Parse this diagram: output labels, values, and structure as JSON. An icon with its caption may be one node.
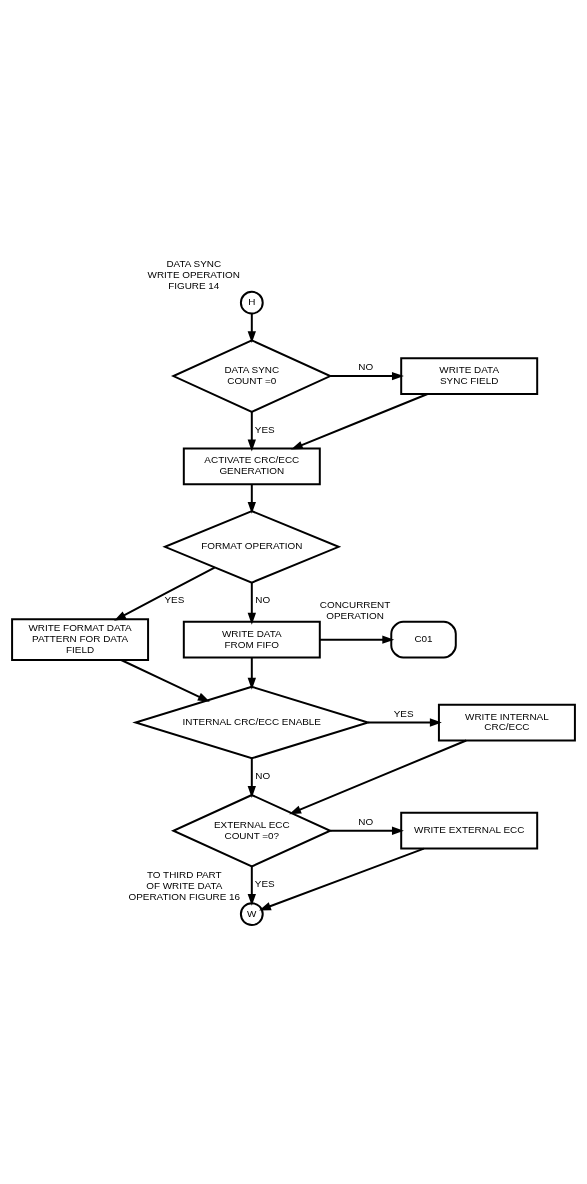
{
  "diagram": {
    "nodes": [
      {
        "text": [
          "H"
        ],
        "beside": [
          "DATA SYNC WRITE OPERATION FIGURE 14"
        ]
      },
      {
        "text": [
          "DATA SYNC COUNT =0"
        ]
      },
      {
        "text": [
          "WRITE DATA SYNC FIELD"
        ]
      },
      {
        "text": [
          "ACTIVATE CRC/ECC GENERATION"
        ]
      },
      {
        "text": [
          "FORMAT OPERATION"
        ]
      },
      {
        "text": [
          "WRITE FORMAT DATA PATTERN FOR DATA FIELD"
        ]
      },
      {
        "text": [
          "WRITE DATA FROM FIFO"
        ]
      },
      {
        "text": [
          "C01"
        ],
        "beside": [
          "CONCURRENT OPERATION"
        ]
      },
      {
        "text": [
          "INTERNAL CRC/ECC ENABLE"
        ]
      },
      {
        "text": [
          "WRITE INTERNAL CRC/ECC"
        ]
      },
      {
        "text": [
          "EXTERNAL ECC COUNT =0?"
        ]
      },
      {
        "text": [
          "WRITE EXTERNAL ECC"
        ]
      },
      {
        "text": [
          "W"
        ],
        "beside": [
          "TO THIRD PART OF WRITE DATA OPERATION FIGURE 16"
        ]
      }
    ],
    "edges": [
      {
        "from": 0,
        "to": 1,
        "arrow": "to"
      },
      {
        "from": 1,
        "to": 2,
        "arrow": "to",
        "label": "NO"
      },
      {
        "from": 1,
        "to": 3,
        "arrow": "to",
        "label": "YES"
      },
      {
        "from": 2,
        "to": 3,
        "arrow": "to"
      },
      {
        "from": 3,
        "to": 4,
        "arrow": "to"
      },
      {
        "from": 4,
        "to": 5,
        "arrow": "to",
        "label": "YES"
      },
      {
        "from": 4,
        "to": 6,
        "arrow": "to",
        "label": "NO"
      },
      {
        "from": 6,
        "to": 7,
        "arrow": "to"
      },
      {
        "from": 5,
        "to": 8,
        "arrow": "to"
      },
      {
        "from": 6,
        "to": 8,
        "arrow": "to"
      },
      {
        "from": 8,
        "to": 9,
        "arrow": "to",
        "label": "YES"
      },
      {
        "from": 8,
        "to": 10,
        "arrow": "to",
        "label": "NO"
      },
      {
        "from": 9,
        "to": 10,
        "arrow": "to"
      },
      {
        "from": 10,
        "to": 11,
        "arrow": "to",
        "label": "NO"
      },
      {
        "from": 10,
        "to": 12,
        "arrow": "to",
        "label": "YES"
      },
      {
        "from": 11,
        "to": 12,
        "arrow": "to"
      }
    ]
  }
}
